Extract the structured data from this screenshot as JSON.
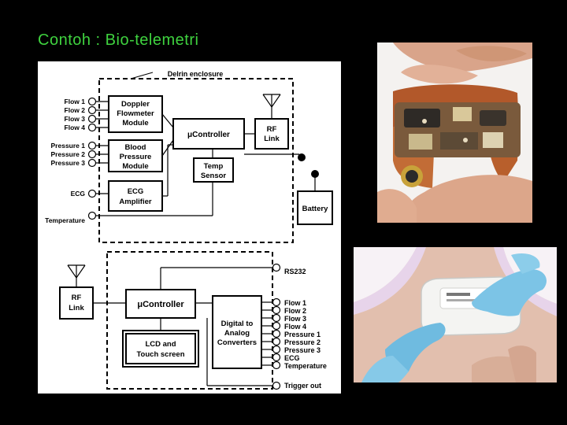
{
  "slide": {
    "title": "Contoh : Bio-telemetri"
  },
  "top_diagram": {
    "enclosure_label": "Delrin enclosure",
    "inputs": [
      "Flow 1",
      "Flow 2",
      "Flow 3",
      "Flow 4",
      "Pressure 1",
      "Pressure 2",
      "Pressure 3",
      "ECG",
      "Temperature"
    ],
    "blocks": {
      "doppler": [
        "Doppler",
        "Flowmeter",
        "Module"
      ],
      "blood": [
        "Blood",
        "Pressure",
        "Module"
      ],
      "ecg": [
        "ECG",
        "Amplifier"
      ],
      "controller": "μController",
      "temp": [
        "Temp",
        "Sensor"
      ],
      "rf": [
        "RF",
        "Link"
      ],
      "battery": "Battery"
    }
  },
  "bottom_diagram": {
    "rf": [
      "RF",
      "Link"
    ],
    "controller": "μController",
    "lcd": [
      "LCD and",
      "Touch screen"
    ],
    "dac": [
      "Digital to",
      "Analog",
      "Converters"
    ],
    "outputs": [
      "RS232",
      "Flow 1",
      "Flow 2",
      "Flow 3",
      "Flow 4",
      "Pressure 1",
      "Pressure 2",
      "Pressure 3",
      "ECG",
      "Temperature",
      "Trigger out"
    ]
  }
}
